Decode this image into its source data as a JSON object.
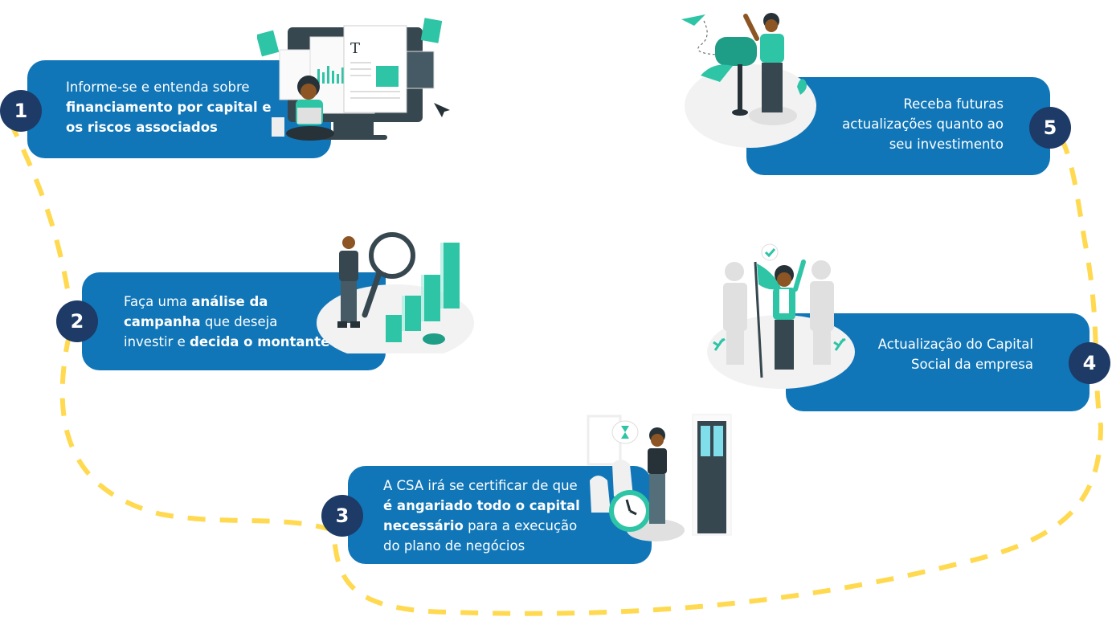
{
  "colors": {
    "card": "#1076b8",
    "badge": "#1e3a66",
    "path": "#ffd94f",
    "accent": "#2ec4a6",
    "dark": "#37474f"
  },
  "steps": [
    {
      "number": "1",
      "lines": [
        [
          {
            "t": "Informe-se e entenda sobre",
            "b": false
          }
        ],
        [
          {
            "t": "financiamento por capital e",
            "b": true
          }
        ],
        [
          {
            "t": "os riscos associados",
            "b": true
          }
        ]
      ],
      "illustration": "person-reading-web-pages-illustration"
    },
    {
      "number": "2",
      "lines": [
        [
          {
            "t": "Faça uma ",
            "b": false
          },
          {
            "t": "análise da",
            "b": true
          }
        ],
        [
          {
            "t": "campanha",
            "b": true
          },
          {
            "t": " que deseja",
            "b": false
          }
        ],
        [
          {
            "t": "investir e ",
            "b": false
          },
          {
            "t": "decida o montante",
            "b": true
          }
        ]
      ],
      "illustration": "person-analysing-charts-illustration"
    },
    {
      "number": "3",
      "lines": [
        [
          {
            "t": "A CSA irá se certificar de que",
            "b": false
          }
        ],
        [
          {
            "t": "é angariado todo o capital",
            "b": true
          }
        ],
        [
          {
            "t": "necessário",
            "b": true
          },
          {
            "t": " para a execução",
            "b": false
          }
        ],
        [
          {
            "t": "do plano de negócios",
            "b": false
          }
        ]
      ],
      "illustration": "person-waiting-clock-illustration"
    },
    {
      "number": "4",
      "lines": [
        [
          {
            "t": "Actualização do Capital",
            "b": false
          }
        ],
        [
          {
            "t": "Social da empresa",
            "b": false
          }
        ]
      ],
      "illustration": "person-holding-flag-illustration"
    },
    {
      "number": "5",
      "lines": [
        [
          {
            "t": "Receba futuras",
            "b": false
          }
        ],
        [
          {
            "t": "actualizações quanto ao",
            "b": false
          }
        ],
        [
          {
            "t": "seu investimento",
            "b": false
          }
        ]
      ],
      "illustration": "person-mailbox-illustration"
    }
  ]
}
